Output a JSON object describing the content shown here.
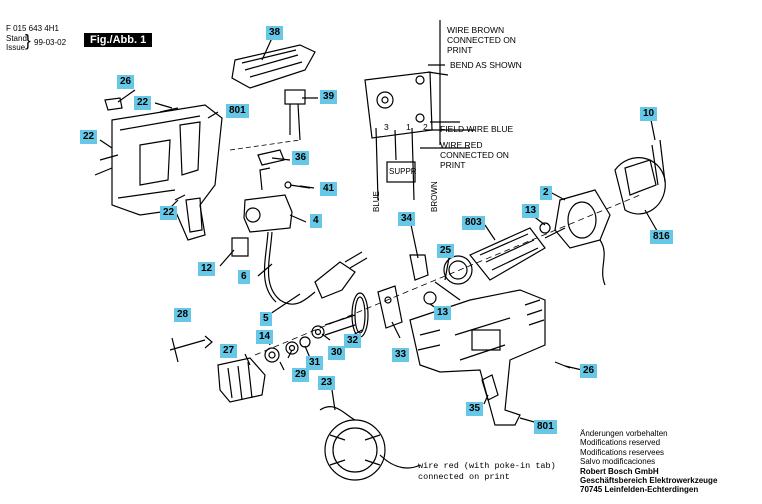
{
  "header": {
    "doc_number": "F 015 643 4H1",
    "stand": "Stand",
    "issue": "Issue",
    "date": "99-03-02",
    "figure": "Fig./Abb. 1"
  },
  "callouts": {
    "c38": "38",
    "c39": "39",
    "c26a": "26",
    "c22a": "22",
    "c801a": "801",
    "c22b": "22",
    "c36": "36",
    "c41": "41",
    "c22c": "22",
    "c4": "4",
    "c12": "12",
    "c6": "6",
    "c5": "5",
    "c28": "28",
    "c14": "14",
    "c27": "27",
    "c29": "29",
    "c31": "31",
    "c30": "30",
    "c32": "32",
    "c23": "23",
    "c34": "34",
    "c25": "25",
    "c13a": "13",
    "c33": "33",
    "c35": "35",
    "c801b": "801",
    "c26b": "26",
    "c803": "803",
    "c13b": "13",
    "c2": "2",
    "c10": "10",
    "c816": "816"
  },
  "wiring": {
    "wire_brown": "WIRE BROWN",
    "connected_on": "CONNECTED ON",
    "print": "PRINT",
    "bend": "BEND AS SHOWN",
    "field_wire": "FIELD WIRE BLUE",
    "wire_red": "WIRE RED",
    "connected_on2": "CONNECTED ON",
    "print2": "PRINT",
    "suppr": "SUPPR",
    "blue": "BLUE",
    "brown": "BROWN",
    "t3": "3",
    "t1": "1",
    "t2": "2"
  },
  "note": {
    "line1": "wire red (with poke-in tab)",
    "line2": "connected on print"
  },
  "footer": {
    "l1": "Änderungen vorbehalten",
    "l2": "Modifications reserved",
    "l3": "Modifications reservees",
    "l4": "Salvo modificaciones",
    "l5": "Robert Bosch GmbH",
    "l6": "Geschäftsbereich Elektrowerkzeuge",
    "l7": "70745 Leinfelden-Echterdingen"
  },
  "colors": {
    "callout_bg": "#66c8e6",
    "ink": "#000000"
  }
}
